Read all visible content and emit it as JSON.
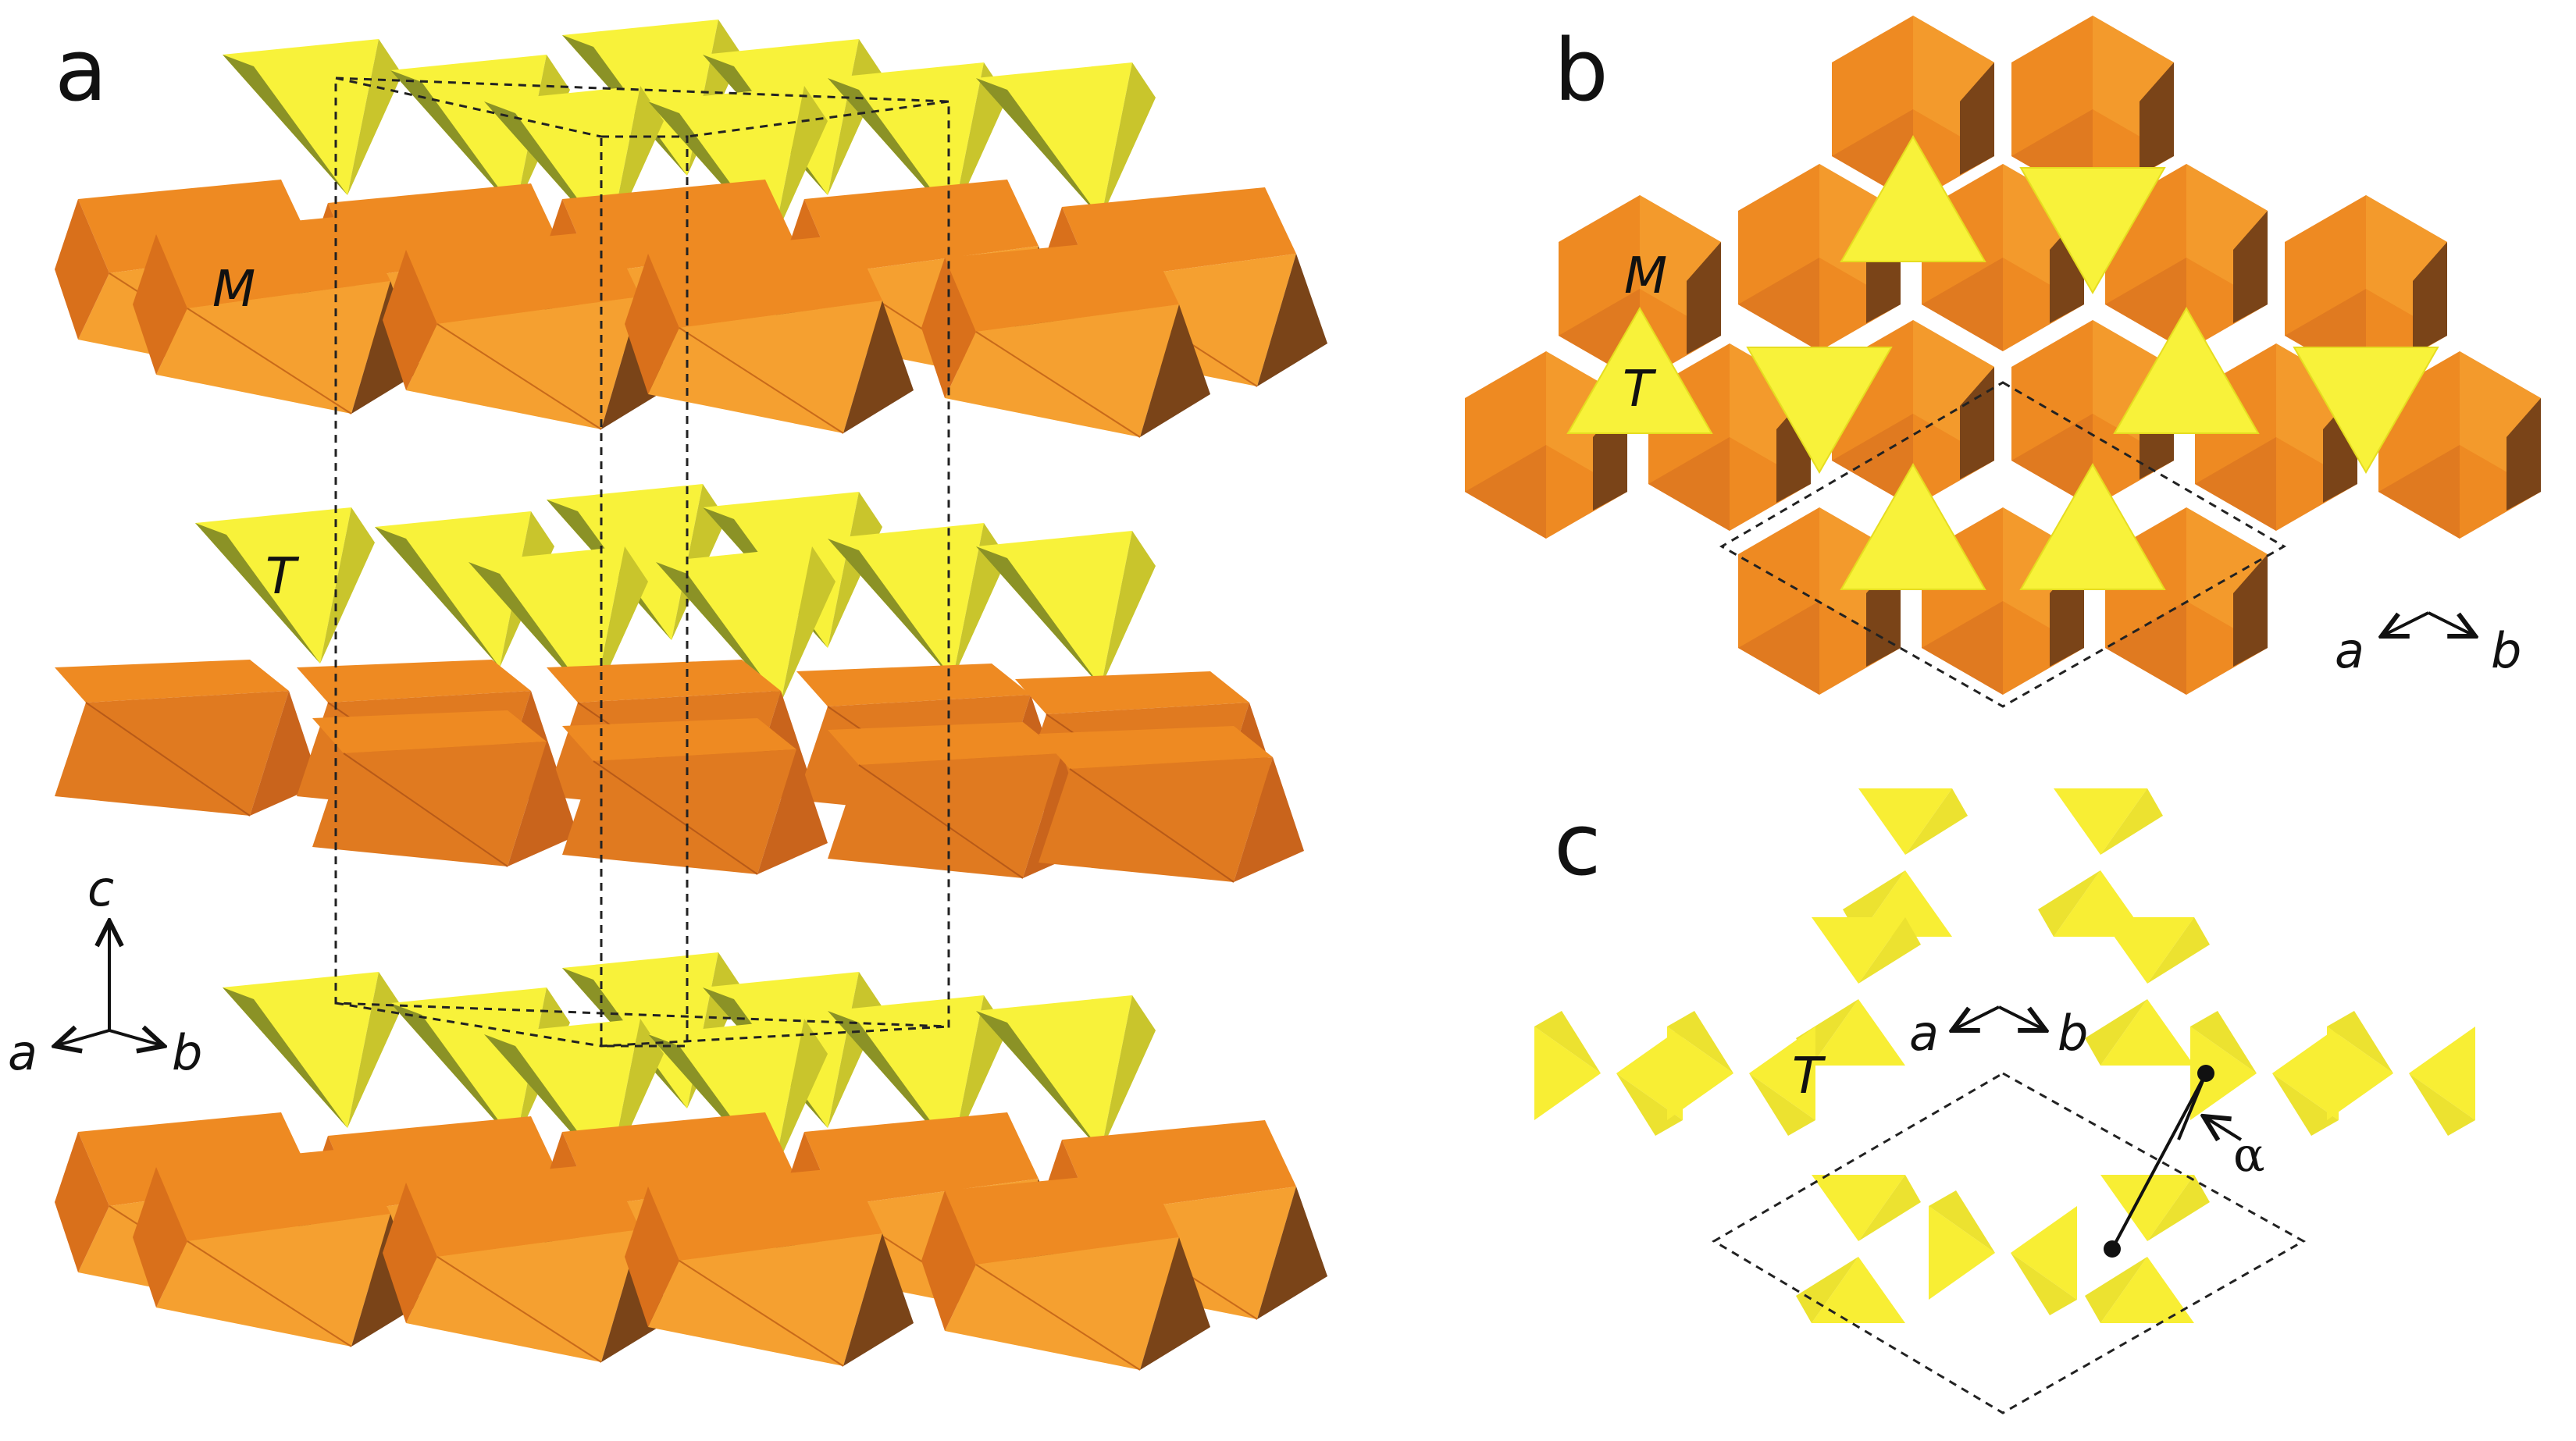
{
  "panels": {
    "a": {
      "letter": "a",
      "octahedron_label": "M",
      "tetrahedron_label": "T",
      "axes": {
        "c": "c",
        "a": "a",
        "b": "b"
      }
    },
    "b": {
      "letter": "b",
      "octahedron_label": "M",
      "tetrahedron_label": "T",
      "axes": {
        "a": "a",
        "b": "b"
      }
    },
    "c": {
      "letter": "c",
      "tetrahedron_label": "T",
      "axes": {
        "a": "a",
        "b": "b"
      },
      "angle_label": "α"
    }
  },
  "colors": {
    "octahedron_light": "#f5a030",
    "octahedron_mid": "#ee8a22",
    "octahedron_dark": "#7a4418",
    "tetrahedron_light": "#f8f23a",
    "tetrahedron_mid": "#d9d52e",
    "tetrahedron_dark": "#8b9226"
  }
}
